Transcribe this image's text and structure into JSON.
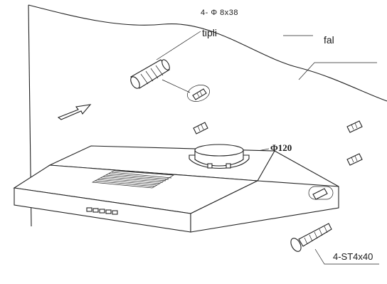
{
  "labels": {
    "dowel_spec": "4- Φ 8x38",
    "dowel": "tipli",
    "wall": "fal",
    "duct_diameter": "Φ120",
    "screw_spec": "4-ST4x40"
  },
  "colors": {
    "line": "#222222",
    "background": "#ffffff"
  }
}
